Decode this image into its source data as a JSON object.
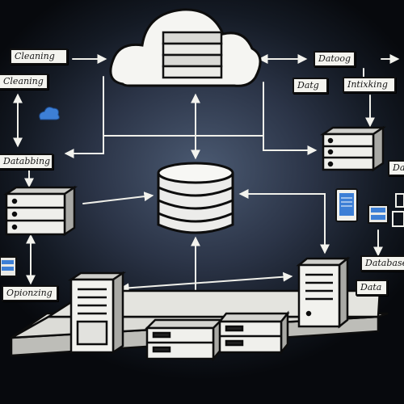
{
  "labels": {
    "cleaning_top": "Cleaning",
    "cleaning_left": "Cleaning",
    "databing": "Databbing",
    "optimizing": "Opionzing",
    "datoog": "Datoog",
    "datg": "Datg",
    "indexing": "Intixking",
    "d_partial": "Da",
    "database": "Database",
    "data": "Data"
  },
  "colors": {
    "background": "#1b2230",
    "sketch_stroke": "#0d0d0d",
    "sketch_fill": "#f2f2ee",
    "accent_blue": "#3d7fd6"
  },
  "icons": [
    "cloud-icon",
    "small-cloud-icon",
    "database-icon",
    "server-icon",
    "tablet-icon",
    "arrow-icon"
  ]
}
